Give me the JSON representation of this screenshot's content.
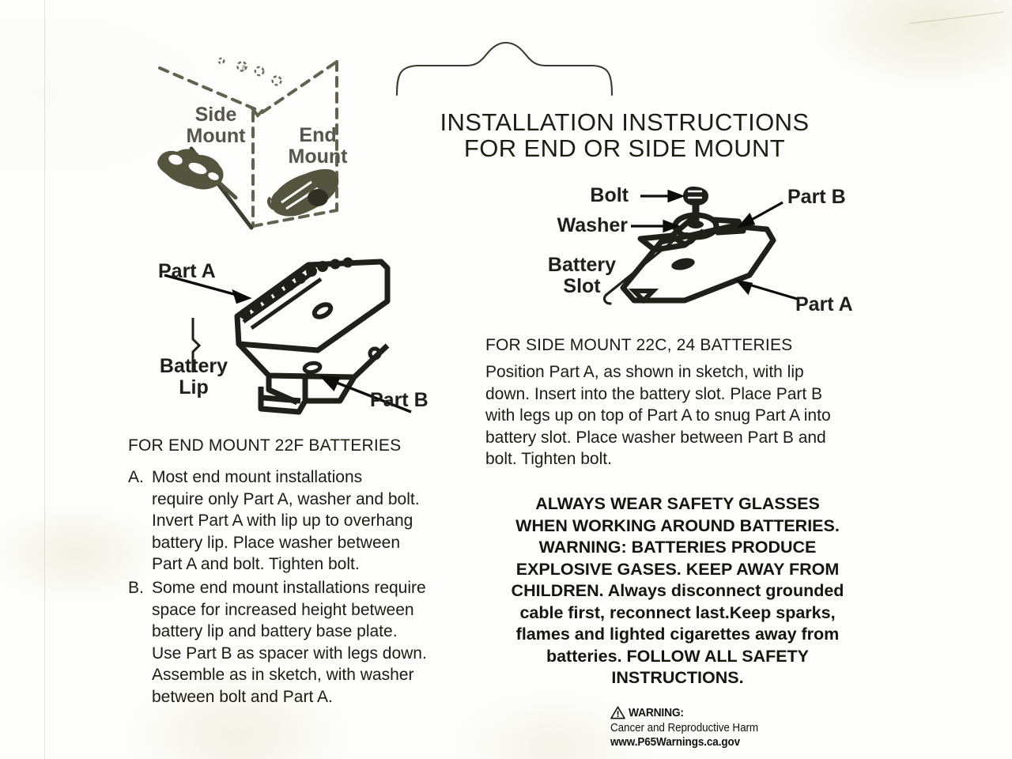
{
  "document": {
    "kind": "printed-instruction-sheet",
    "background_color": "#fdfdfb",
    "ink_color": "#1c1c13"
  },
  "header": {
    "title_line_1": "INSTALLATION INSTRUCTIONS",
    "title_line_2": "FOR END OR SIDE MOUNT"
  },
  "box_diagram": {
    "name": "battery-box-mount-orientation",
    "side_mount_label_line_1": "Side",
    "side_mount_label_line_2": "Mount",
    "end_mount_label_line_1": "End",
    "end_mount_label_line_2": "Mount",
    "label_color": "#55554a"
  },
  "end_mount_diagram": {
    "name": "end-mount-assembly-sketch",
    "part_a_label": "Part A",
    "part_b_label": "Part B",
    "battery_lip_label_line_1": "Battery",
    "battery_lip_label_line_2": "Lip"
  },
  "side_mount_diagram": {
    "name": "side-mount-assembly-sketch",
    "bolt_label": "Bolt",
    "washer_label": "Washer",
    "battery_slot_label_line_1": "Battery",
    "battery_slot_label_line_2": "Slot",
    "part_a_label": "Part A",
    "part_b_label": "Part B"
  },
  "end_mount_section": {
    "heading": "FOR END MOUNT 22F BATTERIES",
    "items": [
      {
        "marker": "A.",
        "text": "Most end mount installations\nrequire only Part A, washer and bolt.\nInvert Part A with lip up to overhang\nbattery lip. Place washer between\nPart A and bolt. Tighten bolt."
      },
      {
        "marker": "B.",
        "text": "Some end mount installations require\nspace for increased height between\nbattery lip and battery base plate.\nUse Part B as spacer with legs down.\nAssemble as in sketch, with washer\nbetween bolt and Part A."
      }
    ]
  },
  "side_mount_section": {
    "heading": "FOR SIDE MOUNT 22C, 24 BATTERIES",
    "body": "Position Part A, as shown in sketch, with lip\ndown. Insert into the battery slot. Place Part B\nwith legs up on top of Part A to snug Part A into\nbattery slot. Place washer between Part B and\nbolt. Tighten bolt."
  },
  "safety_warning": {
    "text": "ALWAYS WEAR SAFETY GLASSES\nWHEN WORKING AROUND BATTERIES.\nWARNING: BATTERIES PRODUCE\nEXPLOSIVE GASES. KEEP AWAY FROM\nCHILDREN. Always disconnect grounded\ncable first, reconnect last.Keep sparks,\nflames and lighted cigarettes away from\nbatteries. FOLLOW ALL SAFETY\nINSTRUCTIONS."
  },
  "prop65": {
    "icon": "warning-triangle-icon",
    "word": "WARNING:",
    "hazard": "Cancer and Reproductive Harm",
    "url": "www.P65Warnings.ca.gov"
  }
}
